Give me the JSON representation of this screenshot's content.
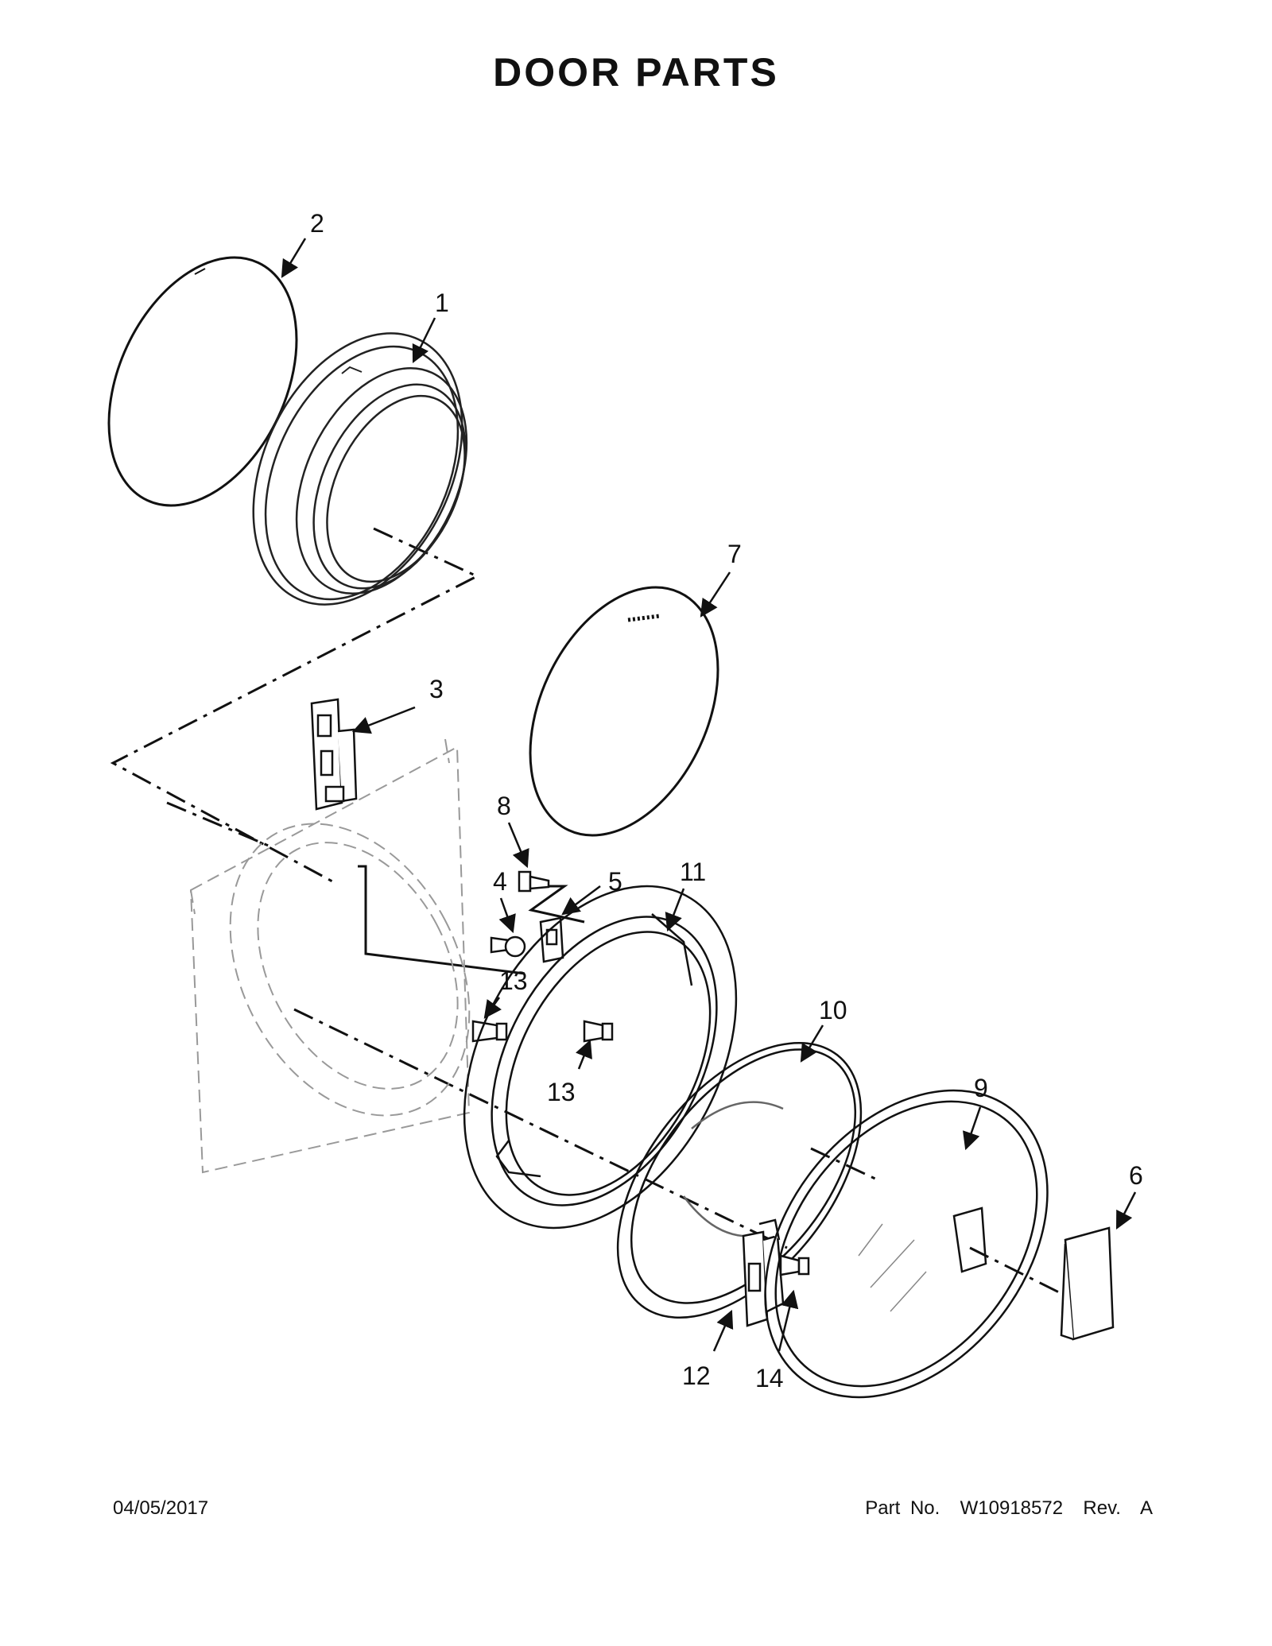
{
  "title": "DOOR PARTS",
  "footer": {
    "date": "04/05/2017",
    "part_number": "Part No.  W10918572  Rev.  A"
  },
  "callouts": [
    "1",
    "2",
    "3",
    "4",
    "5",
    "6",
    "7",
    "8",
    "9",
    "10",
    "11",
    "12",
    "13",
    "13",
    "14"
  ]
}
